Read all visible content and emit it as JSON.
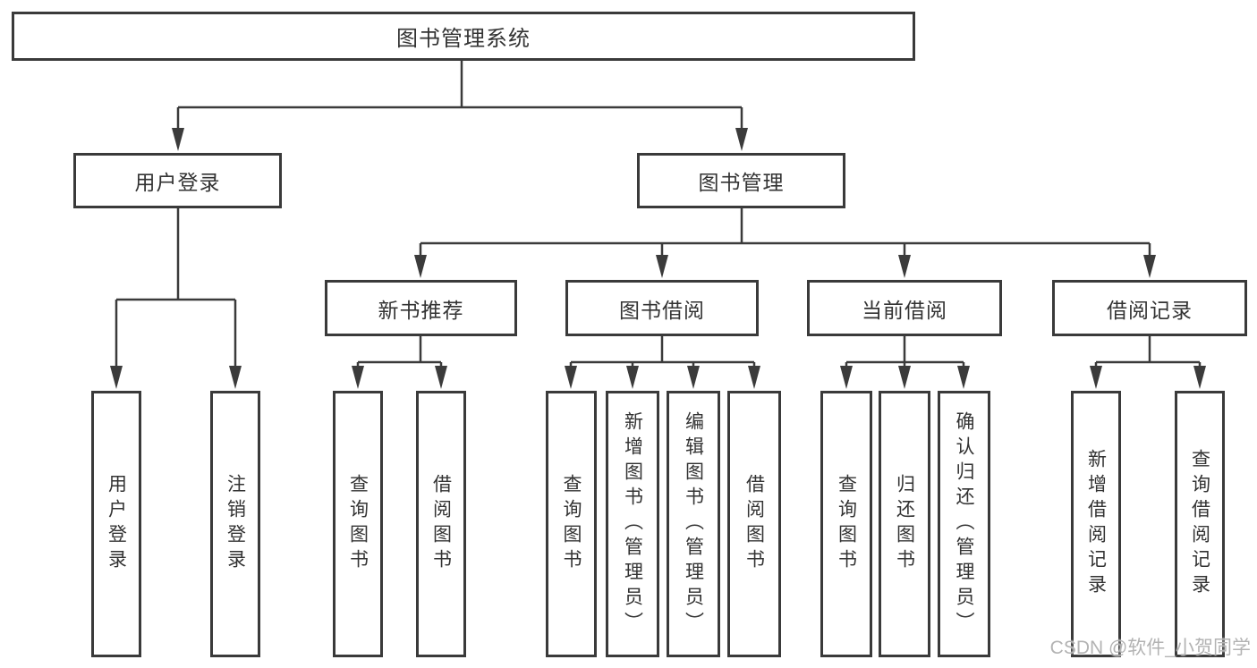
{
  "colors": {
    "line": "#3b3b3b",
    "box_border": "#3a3a3a",
    "text": "#333333",
    "watermark_text": "#b3b3b3",
    "background": "#ffffff"
  },
  "watermark": {
    "text": "CSDN @软件_小贺同学"
  },
  "diagram": {
    "root": {
      "label": "图书管理系统"
    },
    "level1": [
      {
        "label": "用户登录"
      },
      {
        "label": "图书管理"
      }
    ],
    "level2": [
      {
        "label": "新书推荐"
      },
      {
        "label": "图书借阅"
      },
      {
        "label": "当前借阅"
      },
      {
        "label": "借阅记录"
      }
    ],
    "leaves": {
      "user_login": [
        {
          "label": "用户登录"
        },
        {
          "label": "注销登录"
        }
      ],
      "new_book_recommend": [
        {
          "label": "查询图书"
        },
        {
          "label": "借阅图书"
        }
      ],
      "book_borrow": [
        {
          "label": "查询图书"
        },
        {
          "label": "新增图书（管理员）"
        },
        {
          "label": "编辑图书（管理员）"
        },
        {
          "label": "借阅图书"
        }
      ],
      "current_borrow": [
        {
          "label": "查询图书"
        },
        {
          "label": "归还图书"
        },
        {
          "label": "确认归还（管理员）"
        }
      ],
      "borrow_records": [
        {
          "label": "新增借阅记录"
        },
        {
          "label": "查询借阅记录"
        }
      ]
    }
  }
}
